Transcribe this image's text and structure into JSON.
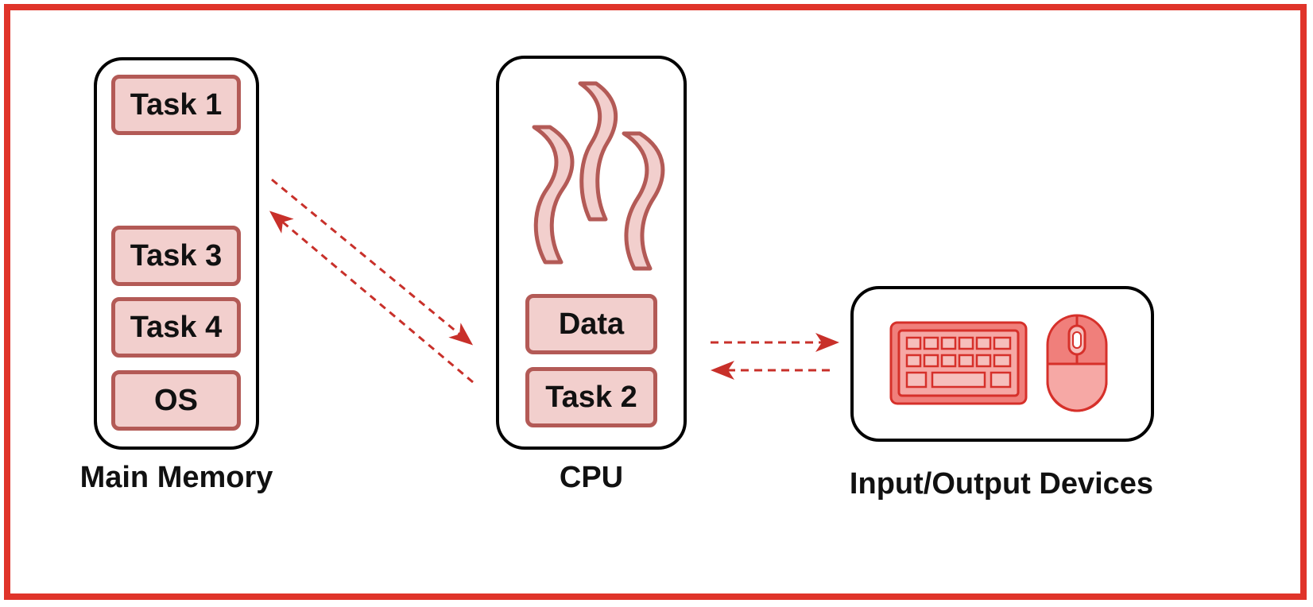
{
  "colors": {
    "frame": "#e0342a",
    "chip_fill": "#f2cfcd",
    "chip_stroke": "#b35a56",
    "arrow": "#c8302a",
    "device_fill": "#f07f7b",
    "device_stroke": "#d6302a"
  },
  "memory": {
    "caption": "Main Memory",
    "slots": [
      "Task 1",
      "Task 3",
      "Task 4",
      "OS"
    ]
  },
  "cpu": {
    "caption": "CPU",
    "slots": [
      "Data",
      "Task 2"
    ],
    "icon": "heat-waves-icon"
  },
  "io": {
    "caption": "Input/Output Devices",
    "icons": [
      "keyboard-icon",
      "mouse-icon"
    ]
  }
}
